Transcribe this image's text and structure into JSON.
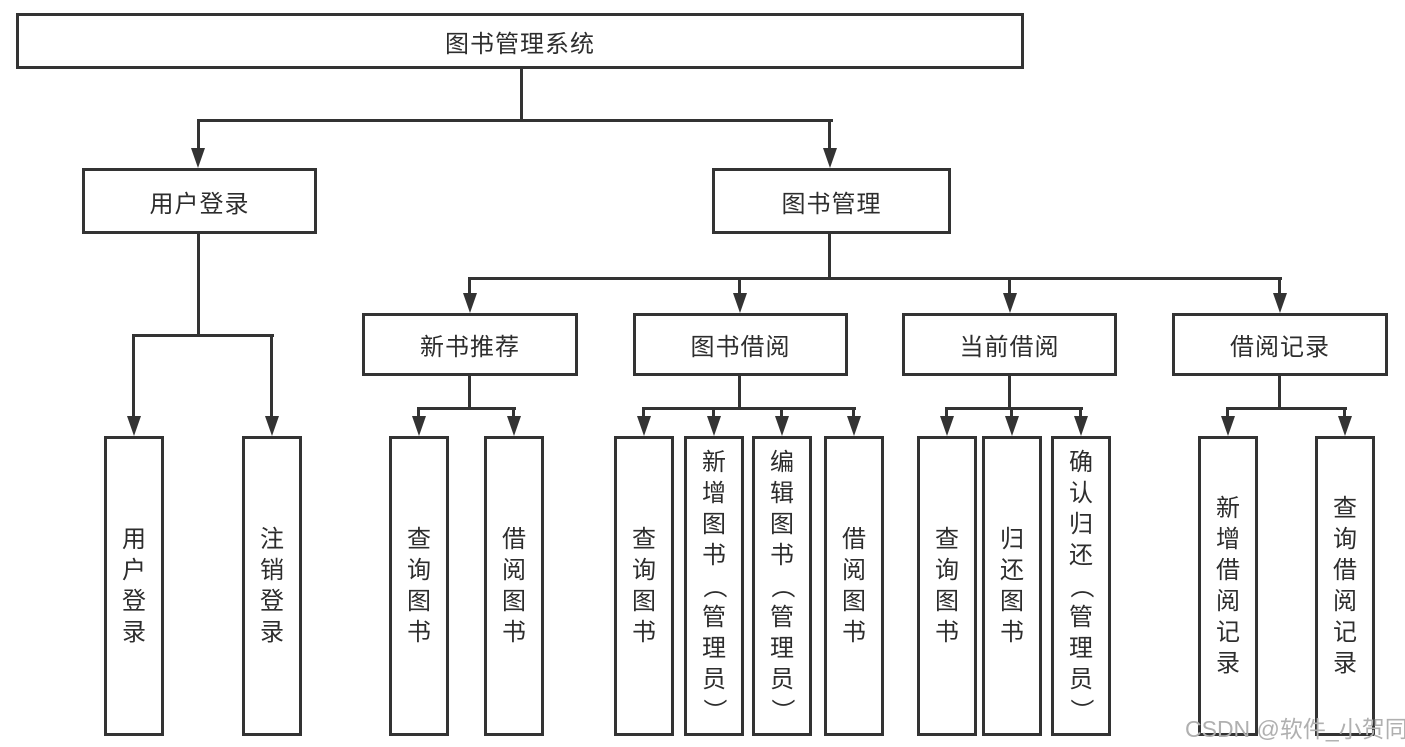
{
  "diagram_title": "图书管理系统",
  "nodes": {
    "root": "图书管理系统",
    "level1": {
      "user_login": "用户登录",
      "book_mgmt": "图书管理"
    },
    "level2": {
      "new_books": "新书推荐",
      "borrowing": "图书借阅",
      "current": "当前借阅",
      "records": "借阅记录"
    },
    "leaves": {
      "user_login": [
        "用户登录",
        "注销登录"
      ],
      "new_books": [
        "查询图书",
        "借阅图书"
      ],
      "borrowing": [
        "查询图书",
        "新增图书（管理员）",
        "编辑图书（管理员）",
        "借阅图书"
      ],
      "current": [
        "查询图书",
        "归还图书",
        "确认归还（管理员）"
      ],
      "records": [
        "新增借阅记录",
        "查询借阅记录"
      ]
    }
  },
  "watermark": "CSDN @软件_小贺同学",
  "colors": {
    "line": "#333333",
    "text": "#2d2d2d",
    "watermark": "#b0b0b0",
    "background": "#ffffff"
  }
}
